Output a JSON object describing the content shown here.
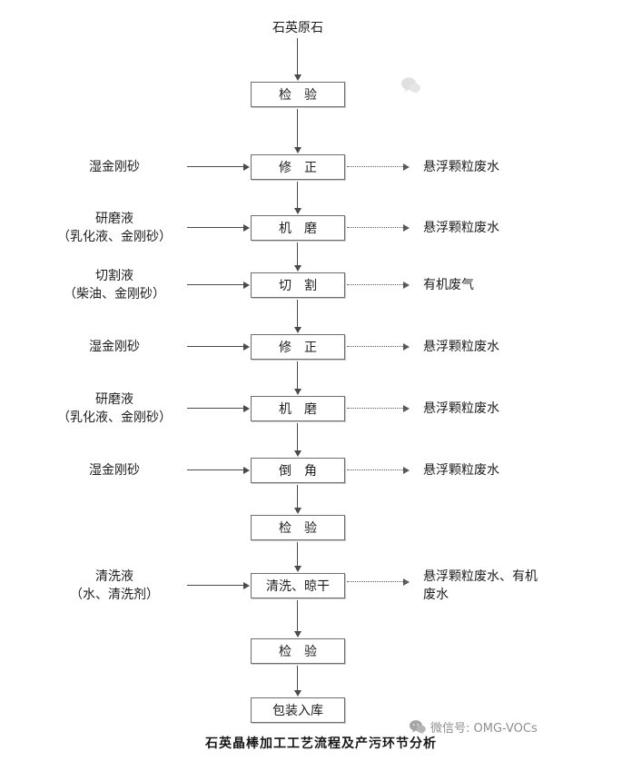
{
  "colors": {
    "line": "#4a4a4a",
    "text": "#1d1d1d",
    "watermark": "#8f8f8f"
  },
  "diagram": {
    "source": "石英原石",
    "caption": "石英晶棒加工工艺流程及产污环节分析",
    "watermark": {
      "icon": "wechat-icon",
      "text": "微信号: OMG-VOCs"
    },
    "steps": [
      {
        "label": "检　验"
      },
      {
        "label": "修　正",
        "input": [
          "湿金刚砂"
        ],
        "output": [
          "悬浮颗粒废水"
        ]
      },
      {
        "label": "机　磨",
        "input": [
          "研磨液",
          "（乳化液、金刚砂）"
        ],
        "output": [
          "悬浮颗粒废水"
        ]
      },
      {
        "label": "切　割",
        "input": [
          "切割液",
          "（柴油、金刚砂）"
        ],
        "output": [
          "有机废气"
        ]
      },
      {
        "label": "修　正",
        "input": [
          "湿金刚砂"
        ],
        "output": [
          "悬浮颗粒废水"
        ]
      },
      {
        "label": "机　磨",
        "input": [
          "研磨液",
          "（乳化液、金刚砂）"
        ],
        "output": [
          "悬浮颗粒废水"
        ]
      },
      {
        "label": "倒　角",
        "input": [
          "湿金刚砂"
        ],
        "output": [
          "悬浮颗粒废水"
        ]
      },
      {
        "label": "检　验"
      },
      {
        "label": "清洗、晾干",
        "input": [
          "清洗液",
          "（水、清洗剂）"
        ],
        "output": [
          "悬浮颗粒废水、有机",
          "废水"
        ]
      },
      {
        "label": "检　验"
      },
      {
        "label": "包装入库"
      }
    ]
  }
}
